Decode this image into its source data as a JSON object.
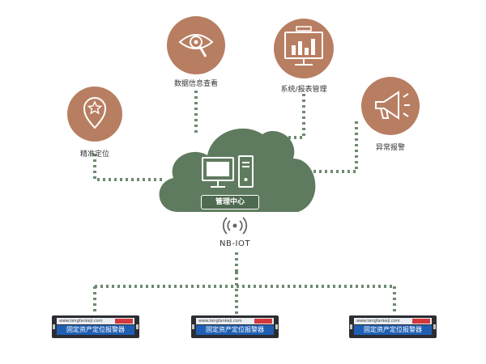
{
  "center": {
    "label": "管理中心"
  },
  "protocol": {
    "label": "NB-IOT"
  },
  "features": [
    {
      "label": "精准定位",
      "icon": "location-star-icon"
    },
    {
      "label": "数据信息查看",
      "icon": "eye-magnifier-icon"
    },
    {
      "label": "系统/报表管理",
      "icon": "monitor-chart-icon"
    },
    {
      "label": "异常报警",
      "icon": "megaphone-icon"
    }
  ],
  "devices": [
    {
      "url": "www.tengfankeji.com",
      "name": "固定资产定位报警器"
    },
    {
      "url": "www.tengfankeji.com",
      "name": "固定资产定位报警器"
    },
    {
      "url": "www.tengfankeji.com",
      "name": "固定资产定位报警器"
    }
  ],
  "colors": {
    "feature_circle": "#b87e62",
    "cloud": "#5f7b5f",
    "dotted_line": "#6e8a6e",
    "device_blue": "#1f5fb3"
  }
}
